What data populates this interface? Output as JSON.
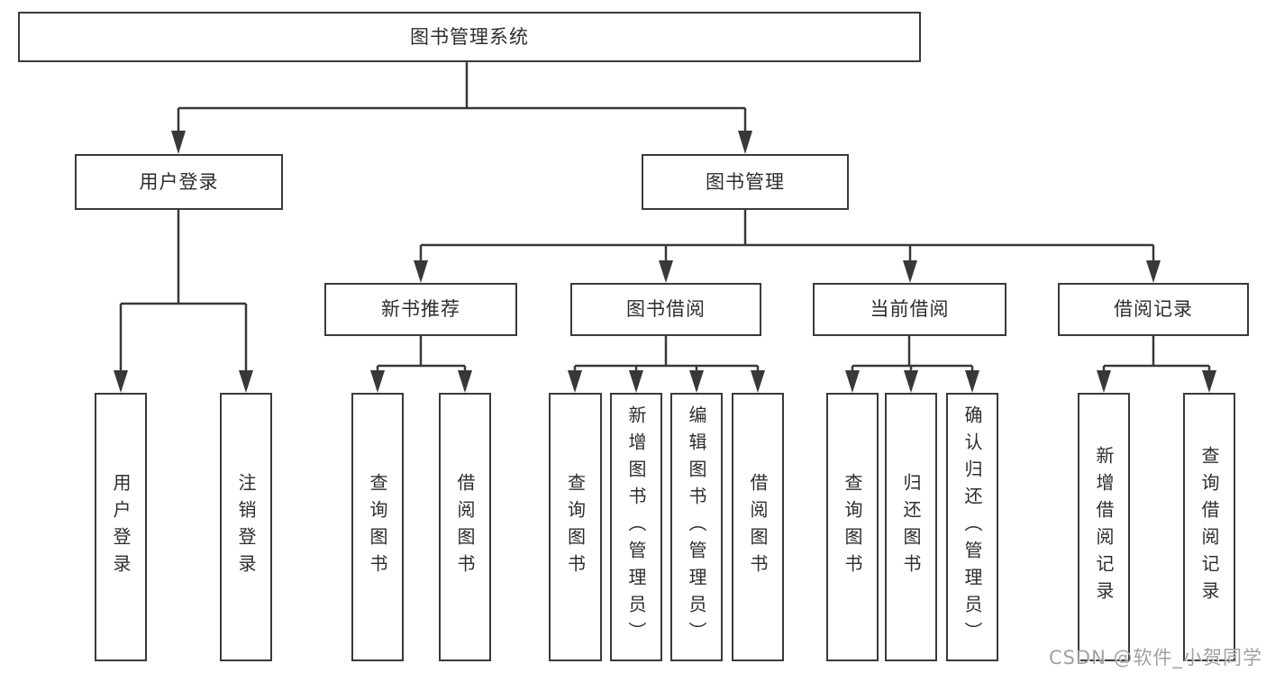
{
  "tree": {
    "root": {
      "label": "图书管理系统"
    },
    "branches": [
      {
        "label": "用户登录",
        "children": [
          {
            "label": "用户登录"
          },
          {
            "label": "注销登录"
          }
        ]
      },
      {
        "label": "图书管理",
        "children": [
          {
            "label": "新书推荐",
            "children": [
              {
                "label": "查询图书"
              },
              {
                "label": "借阅图书"
              }
            ]
          },
          {
            "label": "图书借阅",
            "children": [
              {
                "label": "查询图书"
              },
              {
                "label": "新增图书（管理员）"
              },
              {
                "label": "编辑图书（管理员）"
              },
              {
                "label": "借阅图书"
              }
            ]
          },
          {
            "label": "当前借阅",
            "children": [
              {
                "label": "查询图书"
              },
              {
                "label": "归还图书"
              },
              {
                "label": "确认归还（管理员）"
              }
            ]
          },
          {
            "label": "借阅记录",
            "children": [
              {
                "label": "新增借阅记录"
              },
              {
                "label": "查询借阅记录"
              }
            ]
          }
        ]
      }
    ]
  },
  "watermark": {
    "text": "CSDN @软件_小贺同学"
  },
  "colors": {
    "line": "#383838",
    "box_border": "#3a3a3a",
    "text": "#2d2d2d",
    "background": "#ffffff",
    "watermark": "#949494"
  }
}
